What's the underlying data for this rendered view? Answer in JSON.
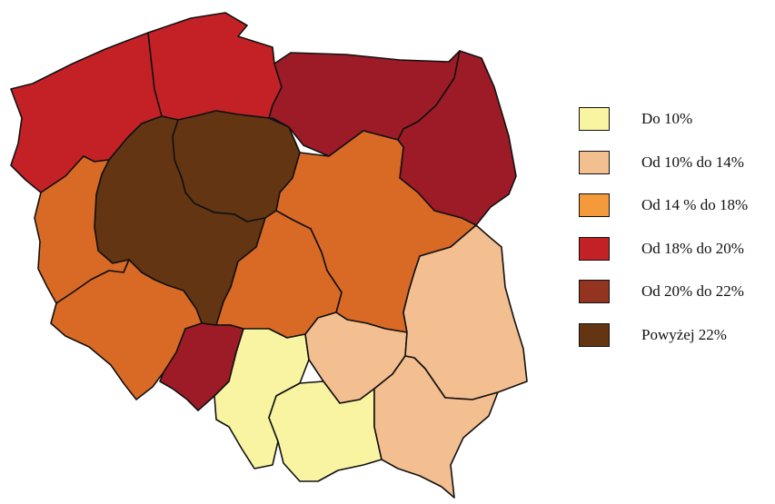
{
  "map": {
    "regions": [
      {
        "id": "zachodniopomorskie",
        "category": 3
      },
      {
        "id": "pomorskie",
        "category": 3
      },
      {
        "id": "warminsko-mazurskie",
        "category": 4
      },
      {
        "id": "podlaskie",
        "category": 4
      },
      {
        "id": "lubuskie",
        "category": 2
      },
      {
        "id": "wielkopolskie",
        "category": 5
      },
      {
        "id": "kujawsko-pomorskie",
        "category": 5
      },
      {
        "id": "mazowieckie",
        "category": 2
      },
      {
        "id": "lodzkie",
        "category": 2
      },
      {
        "id": "dolnoslaskie",
        "category": 2
      },
      {
        "id": "opolskie",
        "category": 4
      },
      {
        "id": "slaskie",
        "category": 0
      },
      {
        "id": "swietokrzyskie",
        "category": 1
      },
      {
        "id": "lubelskie",
        "category": 1
      },
      {
        "id": "malopolskie",
        "category": 0
      },
      {
        "id": "podkarpackie",
        "category": 1
      }
    ]
  },
  "legend": {
    "items": [
      {
        "label": "Do 10%",
        "color": "#f8f4a2"
      },
      {
        "label": "Od 10% do 14%",
        "color": "#f3be90"
      },
      {
        "label": "Od 14 % do 18%",
        "color": "#f59a3b"
      },
      {
        "label": "Od 18% do 20%",
        "color": "#c42126"
      },
      {
        "label": "Od 20% do 22%",
        "color": "#933420"
      },
      {
        "label": "Powyżej 22%",
        "color": "#633512"
      }
    ]
  },
  "map_colors": [
    "#f8f4a2",
    "#f3be90",
    "#d96a26",
    "#c42126",
    "#9d1b26",
    "#633512"
  ]
}
